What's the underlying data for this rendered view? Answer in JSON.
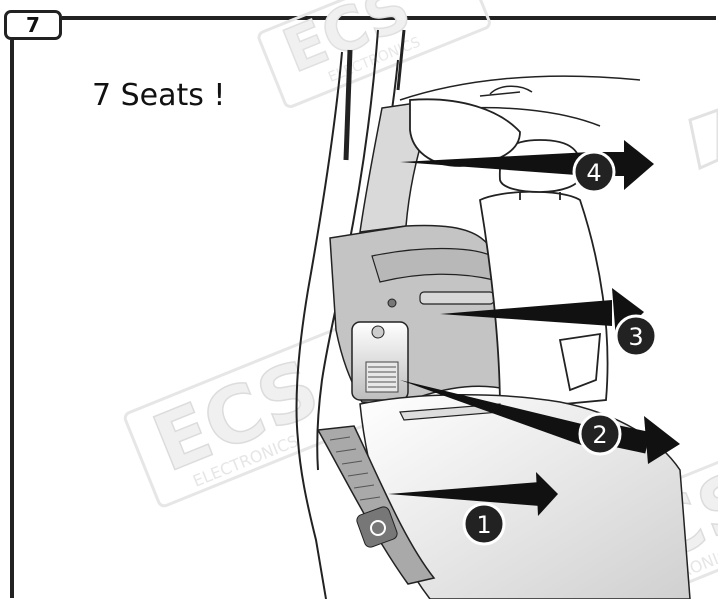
{
  "step": {
    "number": "7"
  },
  "caption": "7 Seats !",
  "watermark": {
    "brand": "ECS",
    "sub": "ELECTRONICS"
  },
  "callouts": [
    {
      "number": "1"
    },
    {
      "number": "2"
    },
    {
      "number": "3"
    },
    {
      "number": "4"
    }
  ],
  "colors": {
    "frame": "#222222",
    "trim_gray": "#c8c8c8",
    "arrow": "#111111",
    "watermark": "#eeeeee"
  }
}
